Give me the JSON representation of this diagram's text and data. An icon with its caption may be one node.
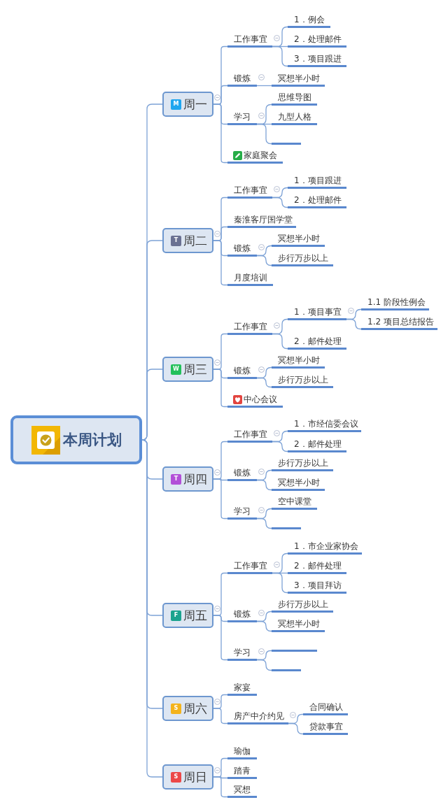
{
  "diagram": {
    "nodes": [
      {
        "text": [
          "本周计划"
        ]
      },
      {
        "text": [
          "M",
          "周一"
        ]
      },
      {
        "text": [
          "工作事宜"
        ]
      },
      {
        "text": [
          "1．例会"
        ]
      },
      {
        "text": [
          "2．处理邮件"
        ]
      },
      {
        "text": [
          "3．项目跟进"
        ]
      },
      {
        "text": [
          "锻炼"
        ]
      },
      {
        "text": [
          "冥想半小时"
        ]
      },
      {
        "text": [
          "学习"
        ]
      },
      {
        "text": [
          "思维导图"
        ]
      },
      {
        "text": [
          "九型人格"
        ]
      },
      {
        "text": [],
        "shape": "bar"
      },
      {
        "text": [
          "家庭聚会"
        ]
      },
      {
        "text": [
          "T",
          "周二"
        ]
      },
      {
        "text": [
          "工作事宜"
        ]
      },
      {
        "text": [
          "1．项目跟进"
        ]
      },
      {
        "text": [
          "2．处理邮件"
        ]
      },
      {
        "text": [
          "秦淮客厅国学堂"
        ]
      },
      {
        "text": [
          "锻炼"
        ]
      },
      {
        "text": [
          "冥想半小时"
        ]
      },
      {
        "text": [
          "步行万步以上"
        ]
      },
      {
        "text": [
          "月度培训"
        ]
      },
      {
        "text": [
          "W",
          "周三"
        ]
      },
      {
        "text": [
          "工作事宜"
        ]
      },
      {
        "text": [
          "1．项目事宜"
        ]
      },
      {
        "text": [
          "1.1 阶段性例会"
        ]
      },
      {
        "text": [
          "1.2 项目总结报告"
        ]
      },
      {
        "text": [
          "2．邮件处理"
        ]
      },
      {
        "text": [
          "锻炼"
        ]
      },
      {
        "text": [
          "冥想半小时"
        ]
      },
      {
        "text": [
          "步行万步以上"
        ]
      },
      {
        "text": [
          "中心会议"
        ]
      },
      {
        "text": [
          "T",
          "周四"
        ]
      },
      {
        "text": [
          "工作事宜"
        ]
      },
      {
        "text": [
          "1．市经信委会议"
        ]
      },
      {
        "text": [
          "2．邮件处理"
        ]
      },
      {
        "text": [
          "锻炼"
        ]
      },
      {
        "text": [
          "步行万步以上"
        ]
      },
      {
        "text": [
          "冥想半小时"
        ]
      },
      {
        "text": [
          "学习"
        ]
      },
      {
        "text": [
          "空中课堂"
        ]
      },
      {
        "text": [],
        "shape": "bar"
      },
      {
        "text": [
          "F",
          "周五"
        ]
      },
      {
        "text": [
          "工作事宜"
        ]
      },
      {
        "text": [
          "1．市企业家协会"
        ]
      },
      {
        "text": [
          "2．邮件处理"
        ]
      },
      {
        "text": [
          "3．项目拜访"
        ]
      },
      {
        "text": [
          "锻炼"
        ]
      },
      {
        "text": [
          "步行万步以上"
        ]
      },
      {
        "text": [
          "冥想半小时"
        ]
      },
      {
        "text": [
          "学习"
        ]
      },
      {
        "text": [],
        "shape": "bar"
      },
      {
        "text": [],
        "shape": "bar"
      },
      {
        "text": [
          "S",
          "周六"
        ]
      },
      {
        "text": [
          "家宴"
        ]
      },
      {
        "text": [
          "房产中介约见"
        ]
      },
      {
        "text": [
          "合同确认"
        ]
      },
      {
        "text": [
          "贷款事宜"
        ]
      },
      {
        "text": [
          "S",
          "周日"
        ]
      },
      {
        "text": [
          "瑜伽"
        ]
      },
      {
        "text": [
          "踏青"
        ]
      },
      {
        "text": [
          "冥想"
        ]
      }
    ],
    "edges": [
      {
        "from": 0,
        "to": 1,
        "arrow": "none"
      },
      {
        "from": 0,
        "to": 13,
        "arrow": "none"
      },
      {
        "from": 0,
        "to": 22,
        "arrow": "none"
      },
      {
        "from": 0,
        "to": 32,
        "arrow": "none"
      },
      {
        "from": 0,
        "to": 42,
        "arrow": "none"
      },
      {
        "from": 0,
        "to": 53,
        "arrow": "none"
      },
      {
        "from": 0,
        "to": 58,
        "arrow": "none"
      },
      {
        "from": 1,
        "to": 2,
        "arrow": "none"
      },
      {
        "from": 1,
        "to": 6,
        "arrow": "none"
      },
      {
        "from": 1,
        "to": 8,
        "arrow": "none"
      },
      {
        "from": 1,
        "to": 12,
        "arrow": "none"
      },
      {
        "from": 2,
        "to": 3,
        "arrow": "none"
      },
      {
        "from": 2,
        "to": 4,
        "arrow": "none"
      },
      {
        "from": 2,
        "to": 5,
        "arrow": "none"
      },
      {
        "from": 6,
        "to": 7,
        "arrow": "none"
      },
      {
        "from": 8,
        "to": 9,
        "arrow": "none"
      },
      {
        "from": 8,
        "to": 10,
        "arrow": "none"
      },
      {
        "from": 8,
        "to": 11,
        "arrow": "none"
      },
      {
        "from": 13,
        "to": 14,
        "arrow": "none"
      },
      {
        "from": 13,
        "to": 17,
        "arrow": "none"
      },
      {
        "from": 13,
        "to": 18,
        "arrow": "none"
      },
      {
        "from": 13,
        "to": 21,
        "arrow": "none"
      },
      {
        "from": 14,
        "to": 15,
        "arrow": "none"
      },
      {
        "from": 14,
        "to": 16,
        "arrow": "none"
      },
      {
        "from": 18,
        "to": 19,
        "arrow": "none"
      },
      {
        "from": 18,
        "to": 20,
        "arrow": "none"
      },
      {
        "from": 22,
        "to": 23,
        "arrow": "none"
      },
      {
        "from": 22,
        "to": 28,
        "arrow": "none"
      },
      {
        "from": 22,
        "to": 31,
        "arrow": "none"
      },
      {
        "from": 23,
        "to": 24,
        "arrow": "none"
      },
      {
        "from": 23,
        "to": 27,
        "arrow": "none"
      },
      {
        "from": 24,
        "to": 25,
        "arrow": "none"
      },
      {
        "from": 24,
        "to": 26,
        "arrow": "none"
      },
      {
        "from": 28,
        "to": 29,
        "arrow": "none"
      },
      {
        "from": 28,
        "to": 30,
        "arrow": "none"
      },
      {
        "from": 32,
        "to": 33,
        "arrow": "none"
      },
      {
        "from": 32,
        "to": 36,
        "arrow": "none"
      },
      {
        "from": 32,
        "to": 39,
        "arrow": "none"
      },
      {
        "from": 33,
        "to": 34,
        "arrow": "none"
      },
      {
        "from": 33,
        "to": 35,
        "arrow": "none"
      },
      {
        "from": 36,
        "to": 37,
        "arrow": "none"
      },
      {
        "from": 36,
        "to": 38,
        "arrow": "none"
      },
      {
        "from": 39,
        "to": 40,
        "arrow": "none"
      },
      {
        "from": 39,
        "to": 41,
        "arrow": "none"
      },
      {
        "from": 42,
        "to": 43,
        "arrow": "none"
      },
      {
        "from": 42,
        "to": 47,
        "arrow": "none"
      },
      {
        "from": 42,
        "to": 50,
        "arrow": "none"
      },
      {
        "from": 43,
        "to": 44,
        "arrow": "none"
      },
      {
        "from": 43,
        "to": 45,
        "arrow": "none"
      },
      {
        "from": 43,
        "to": 46,
        "arrow": "none"
      },
      {
        "from": 47,
        "to": 48,
        "arrow": "none"
      },
      {
        "from": 47,
        "to": 49,
        "arrow": "none"
      },
      {
        "from": 50,
        "to": 51,
        "arrow": "none"
      },
      {
        "from": 50,
        "to": 52,
        "arrow": "none"
      },
      {
        "from": 53,
        "to": 54,
        "arrow": "none"
      },
      {
        "from": 53,
        "to": 55,
        "arrow": "none"
      },
      {
        "from": 55,
        "to": 56,
        "arrow": "none"
      },
      {
        "from": 55,
        "to": 57,
        "arrow": "none"
      },
      {
        "from": 58,
        "to": 59,
        "arrow": "none"
      },
      {
        "from": 58,
        "to": 60,
        "arrow": "none"
      },
      {
        "from": 58,
        "to": 61,
        "arrow": "none"
      }
    ]
  }
}
